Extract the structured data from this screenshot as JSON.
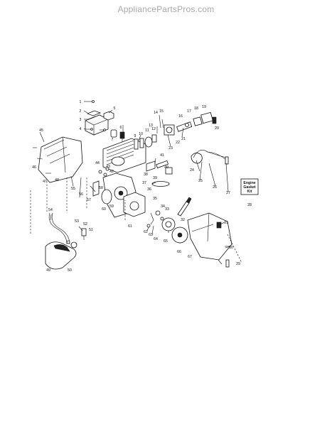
{
  "header": {
    "site": "AppliancePartsPros.com"
  },
  "kit_label": {
    "line1": "Engine",
    "line2": "Gasket",
    "line3": "Kit"
  },
  "callouts": [
    {
      "id": "1",
      "label": "1"
    },
    {
      "id": "2",
      "label": "2"
    },
    {
      "id": "3",
      "label": "3"
    },
    {
      "id": "4",
      "label": "4"
    },
    {
      "id": "5",
      "label": "5"
    },
    {
      "id": "6",
      "label": "6"
    },
    {
      "id": "7",
      "label": "7"
    },
    {
      "id": "8",
      "label": "8"
    },
    {
      "id": "9",
      "label": "9"
    },
    {
      "id": "10",
      "label": "10"
    },
    {
      "id": "11",
      "label": "11"
    },
    {
      "id": "12",
      "label": "12"
    },
    {
      "id": "13",
      "label": "13"
    },
    {
      "id": "14",
      "label": "14"
    },
    {
      "id": "15",
      "label": "15"
    },
    {
      "id": "16",
      "label": "16"
    },
    {
      "id": "17",
      "label": "17"
    },
    {
      "id": "18",
      "label": "18"
    },
    {
      "id": "19",
      "label": "19"
    },
    {
      "id": "20",
      "label": "20"
    },
    {
      "id": "21",
      "label": "21"
    },
    {
      "id": "22",
      "label": "22"
    },
    {
      "id": "23",
      "label": "23"
    },
    {
      "id": "24",
      "label": "24"
    },
    {
      "id": "25",
      "label": "25"
    },
    {
      "id": "26",
      "label": "26"
    },
    {
      "id": "27",
      "label": "27"
    },
    {
      "id": "28",
      "label": "28"
    },
    {
      "id": "29",
      "label": "29"
    },
    {
      "id": "30",
      "label": "30"
    },
    {
      "id": "31",
      "label": "31"
    },
    {
      "id": "32",
      "label": "32"
    },
    {
      "id": "33",
      "label": "33"
    },
    {
      "id": "34",
      "label": "34"
    },
    {
      "id": "35",
      "label": "35"
    },
    {
      "id": "36",
      "label": "36"
    },
    {
      "id": "37",
      "label": "37"
    },
    {
      "id": "38",
      "label": "38"
    },
    {
      "id": "39",
      "label": "39"
    },
    {
      "id": "40",
      "label": "40"
    },
    {
      "id": "41",
      "label": "41"
    },
    {
      "id": "42",
      "label": "42"
    },
    {
      "id": "43",
      "label": "43"
    },
    {
      "id": "44",
      "label": "44"
    },
    {
      "id": "45",
      "label": "45"
    },
    {
      "id": "46",
      "label": "46"
    },
    {
      "id": "47",
      "label": "47"
    },
    {
      "id": "48",
      "label": "48"
    },
    {
      "id": "49",
      "label": "49"
    },
    {
      "id": "50",
      "label": "50"
    },
    {
      "id": "51",
      "label": "51"
    },
    {
      "id": "52",
      "label": "52"
    },
    {
      "id": "53",
      "label": "53"
    },
    {
      "id": "54",
      "label": "54"
    },
    {
      "id": "55",
      "label": "55"
    },
    {
      "id": "56",
      "label": "56"
    },
    {
      "id": "57",
      "label": "57"
    },
    {
      "id": "58",
      "label": "58"
    },
    {
      "id": "59",
      "label": "59"
    },
    {
      "id": "60",
      "label": "60"
    },
    {
      "id": "61",
      "label": "61"
    },
    {
      "id": "62",
      "label": "62"
    },
    {
      "id": "63",
      "label": "63"
    },
    {
      "id": "64",
      "label": "64"
    },
    {
      "id": "65",
      "label": "65"
    },
    {
      "id": "66",
      "label": "66"
    },
    {
      "id": "67",
      "label": "67"
    }
  ]
}
